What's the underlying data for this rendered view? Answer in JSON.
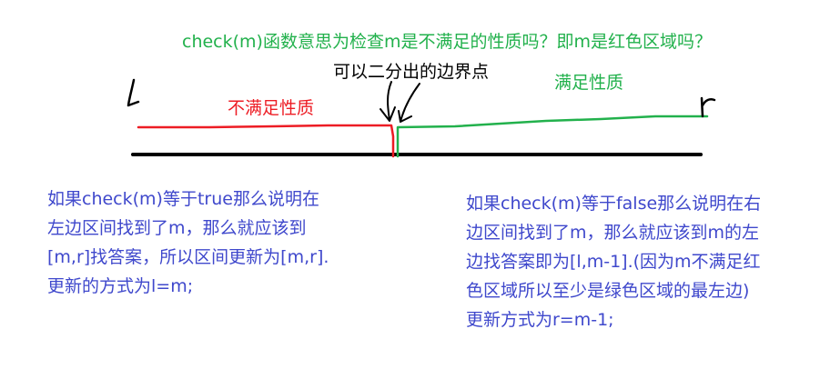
{
  "annotations": {
    "top_question": "check(m)函数意思为检查m是不满足的性质吗？即m是红色区域吗？",
    "split_point": "可以二分出的边界点",
    "satisfies": "满足性质",
    "not_satisfies": "不满足性质",
    "left_marker": "l",
    "right_marker": "r"
  },
  "true_case": {
    "lines": [
      "如果check(m)等于true那么说明在",
      "左边区间找到了m，那么就应该到",
      "[m,r]找答案，所以区间更新为[m,r].",
      "更新的方式为l=m;"
    ]
  },
  "false_case": {
    "lines": [
      "如果check(m)等于false那么说明在右",
      "边区间找到了m，那么就应该到m的左",
      "边找答案即为[l,m-1].(因为m不满足红",
      "色区域所以至少是绿色区域的最左边)",
      "更新方式为r=m-1;"
    ]
  },
  "colors": {
    "red_region": "#ed1c24",
    "green_region": "#22b14c",
    "axis": "#000000",
    "explanation_text": "#3f48cc"
  }
}
